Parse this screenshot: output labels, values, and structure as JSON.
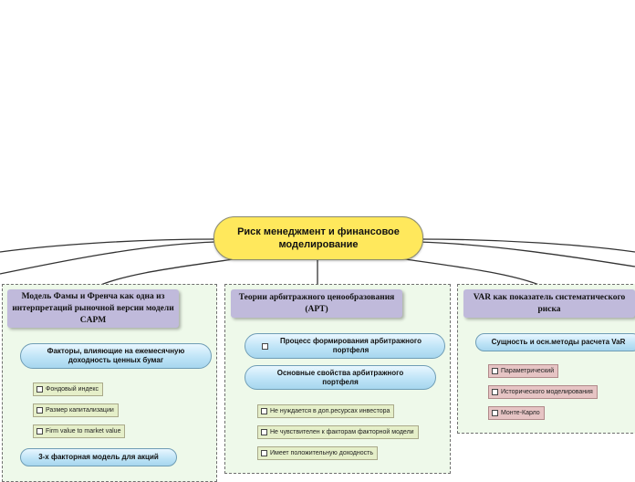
{
  "central": "Риск менеджмент и финансовое моделирование",
  "branches": [
    {
      "header": {
        "emph": "",
        "rest": "Модель Фамы и Френча как одна из интерпретаций рыночной версии модели",
        "emph_end": "CAPM"
      },
      "topics": [
        {
          "label": "Факторы, влияющие на ежемесячную доходность ценных бумаг",
          "items": [
            "Фондовый индекс",
            "Размер капитализации",
            "Firm value to market value"
          ]
        },
        {
          "label": "3-х факторная модель для акций",
          "items": []
        }
      ]
    },
    {
      "header": {
        "emph": "",
        "rest": "Теории арбитражного ценообразования",
        "emph_end": "(APT)"
      },
      "topics": [
        {
          "label": "Процесс формирования арбитражного портфеля",
          "items": []
        },
        {
          "label": "Основные свойства арбитражного портфеля",
          "items": [
            "Не нуждается в доп.ресурсах инвестора",
            "Не чувствителен к факторам факторной модели",
            "Имеет положительную доходность"
          ]
        }
      ]
    },
    {
      "header": {
        "emph": "VAR",
        "rest": "как показатель систематического риска",
        "emph_end": ""
      },
      "topics": [
        {
          "label": "Сущность и осн.методы расчета VaR",
          "items": [
            "Параметрический",
            "Исторического моделирования",
            "Монте-Карло"
          ]
        }
      ]
    }
  ],
  "colors": {
    "central": "#ffe85c",
    "header": "#c0badb",
    "group_bg": "#eef9ea",
    "leaf_green": "#e5efc9",
    "leaf_pink": "#e6c4c4"
  }
}
